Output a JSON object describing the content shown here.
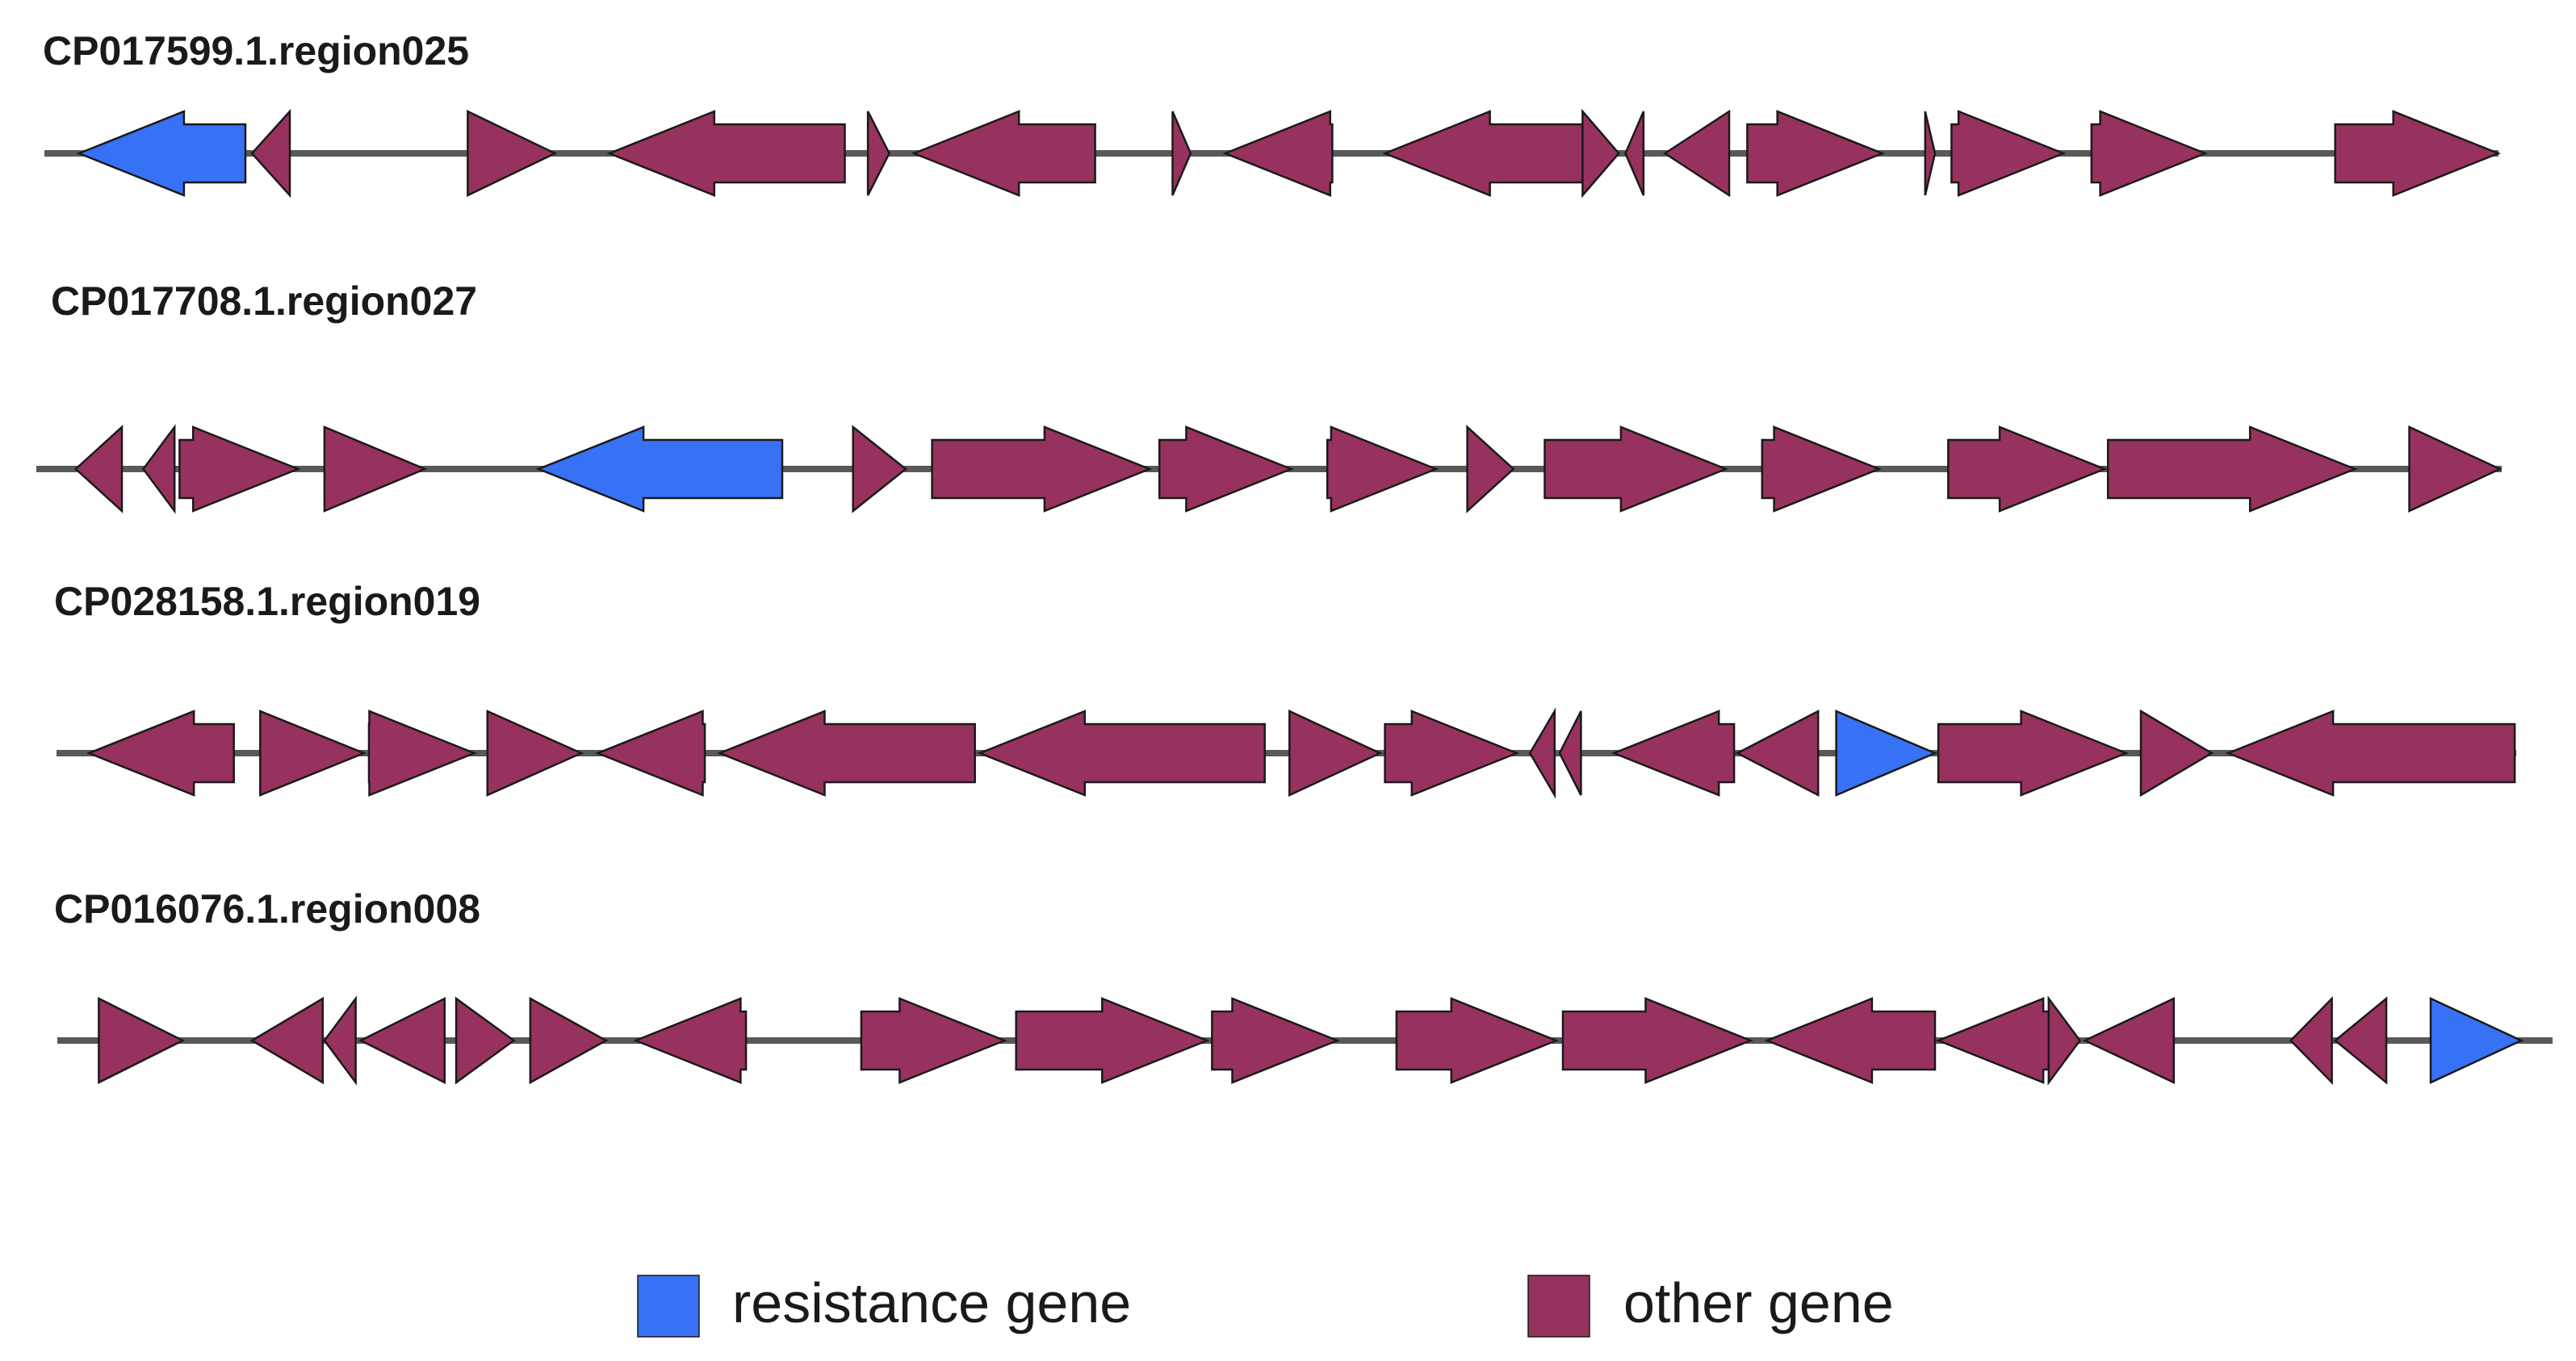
{
  "colors": {
    "resistance": "#3771f5",
    "other": "#97325e",
    "backbone": "#595959",
    "outline": "#1a1a1a"
  },
  "legend": {
    "resistance_label": "resistance gene",
    "other_label": "other gene"
  },
  "regions": [
    {
      "title": "CP017599.1.region025",
      "genes": [
        {
          "start": 48,
          "end": 149,
          "strand": -1,
          "type": "resistance"
        },
        {
          "start": 153,
          "end": 176,
          "strand": -1,
          "type": "other"
        },
        {
          "start": 284,
          "end": 337,
          "strand": 1,
          "type": "other"
        },
        {
          "start": 370,
          "end": 513,
          "strand": -1,
          "type": "other"
        },
        {
          "start": 527,
          "end": 540,
          "strand": 1,
          "type": "other"
        },
        {
          "start": 555,
          "end": 665,
          "strand": -1,
          "type": "other"
        },
        {
          "start": 712,
          "end": 723,
          "strand": 1,
          "type": "other"
        },
        {
          "start": 744,
          "end": 809,
          "strand": -1,
          "type": "other"
        },
        {
          "start": 841,
          "end": 961,
          "strand": -1,
          "type": "other"
        },
        {
          "start": 961,
          "end": 983,
          "strand": 1,
          "type": "other"
        },
        {
          "start": 987,
          "end": 998,
          "strand": -1,
          "type": "other"
        },
        {
          "start": 1011,
          "end": 1050,
          "strand": -1,
          "type": "other"
        },
        {
          "start": 1061,
          "end": 1143,
          "strand": 1,
          "type": "other"
        },
        {
          "start": 1169,
          "end": 1175,
          "strand": 1,
          "type": "other"
        },
        {
          "start": 1185,
          "end": 1253,
          "strand": 1,
          "type": "other"
        },
        {
          "start": 1270,
          "end": 1339,
          "strand": 1,
          "type": "other"
        },
        {
          "start": 1418,
          "end": 1517,
          "strand": 1,
          "type": "other"
        }
      ]
    },
    {
      "title": "CP017708.1.region027",
      "genes": [
        {
          "start": 46,
          "end": 74,
          "strand": -1,
          "type": "other"
        },
        {
          "start": 87,
          "end": 106,
          "strand": -1,
          "type": "other"
        },
        {
          "start": 109,
          "end": 181,
          "strand": 1,
          "type": "other"
        },
        {
          "start": 197,
          "end": 258,
          "strand": 1,
          "type": "other"
        },
        {
          "start": 327,
          "end": 475,
          "strand": -1,
          "type": "resistance"
        },
        {
          "start": 518,
          "end": 550,
          "strand": 1,
          "type": "other"
        },
        {
          "start": 566,
          "end": 698,
          "strand": 1,
          "type": "other"
        },
        {
          "start": 704,
          "end": 784,
          "strand": 1,
          "type": "other"
        },
        {
          "start": 806,
          "end": 872,
          "strand": 1,
          "type": "other"
        },
        {
          "start": 891,
          "end": 919,
          "strand": 1,
          "type": "other"
        },
        {
          "start": 938,
          "end": 1048,
          "strand": 1,
          "type": "other"
        },
        {
          "start": 1070,
          "end": 1141,
          "strand": 1,
          "type": "other"
        },
        {
          "start": 1183,
          "end": 1278,
          "strand": 1,
          "type": "other"
        },
        {
          "start": 1280,
          "end": 1430,
          "strand": 1,
          "type": "other"
        },
        {
          "start": 1463,
          "end": 1518,
          "strand": 1,
          "type": "other"
        }
      ]
    },
    {
      "title": "CP028158.1.region019",
      "genes": [
        {
          "start": 54,
          "end": 142,
          "strand": -1,
          "type": "other"
        },
        {
          "start": 158,
          "end": 221,
          "strand": 1,
          "type": "other"
        },
        {
          "start": 224,
          "end": 288,
          "strand": 1,
          "type": "other"
        },
        {
          "start": 296,
          "end": 353,
          "strand": 1,
          "type": "other"
        },
        {
          "start": 363,
          "end": 428,
          "strand": -1,
          "type": "other"
        },
        {
          "start": 437,
          "end": 592,
          "strand": -1,
          "type": "other"
        },
        {
          "start": 595,
          "end": 768,
          "strand": -1,
          "type": "other"
        },
        {
          "start": 783,
          "end": 838,
          "strand": 1,
          "type": "other"
        },
        {
          "start": 841,
          "end": 921,
          "strand": 1,
          "type": "other"
        },
        {
          "start": 929,
          "end": 944,
          "strand": -1,
          "type": "other"
        },
        {
          "start": 947,
          "end": 960,
          "strand": -1,
          "type": "other"
        },
        {
          "start": 980,
          "end": 1053,
          "strand": -1,
          "type": "other"
        },
        {
          "start": 1055,
          "end": 1104,
          "strand": -1,
          "type": "other"
        },
        {
          "start": 1115,
          "end": 1175,
          "strand": 1,
          "type": "resistance"
        },
        {
          "start": 1177,
          "end": 1291,
          "strand": 1,
          "type": "other"
        },
        {
          "start": 1300,
          "end": 1343,
          "strand": 1,
          "type": "other"
        },
        {
          "start": 1353,
          "end": 1527,
          "strand": -1,
          "type": "other"
        }
      ]
    },
    {
      "title": "CP016076.1.region008",
      "genes": [
        {
          "start": 60,
          "end": 111,
          "strand": 1,
          "type": "other"
        },
        {
          "start": 153,
          "end": 196,
          "strand": -1,
          "type": "other"
        },
        {
          "start": 197,
          "end": 216,
          "strand": -1,
          "type": "other"
        },
        {
          "start": 219,
          "end": 270,
          "strand": -1,
          "type": "other"
        },
        {
          "start": 277,
          "end": 312,
          "strand": 1,
          "type": "other"
        },
        {
          "start": 322,
          "end": 368,
          "strand": 1,
          "type": "other"
        },
        {
          "start": 386,
          "end": 453,
          "strand": -1,
          "type": "other"
        },
        {
          "start": 523,
          "end": 610,
          "strand": 1,
          "type": "other"
        },
        {
          "start": 617,
          "end": 733,
          "strand": 1,
          "type": "other"
        },
        {
          "start": 736,
          "end": 812,
          "strand": 1,
          "type": "other"
        },
        {
          "start": 848,
          "end": 945,
          "strand": 1,
          "type": "other"
        },
        {
          "start": 949,
          "end": 1063,
          "strand": 1,
          "type": "other"
        },
        {
          "start": 1073,
          "end": 1175,
          "strand": -1,
          "type": "other"
        },
        {
          "start": 1177,
          "end": 1244,
          "strand": -1,
          "type": "other"
        },
        {
          "start": 1244,
          "end": 1263,
          "strand": 1,
          "type": "other"
        },
        {
          "start": 1266,
          "end": 1320,
          "strand": -1,
          "type": "other"
        },
        {
          "start": 1391,
          "end": 1416,
          "strand": -1,
          "type": "other"
        },
        {
          "start": 1418,
          "end": 1449,
          "strand": -1,
          "type": "other"
        },
        {
          "start": 1476,
          "end": 1531,
          "strand": 1,
          "type": "resistance"
        }
      ]
    }
  ]
}
